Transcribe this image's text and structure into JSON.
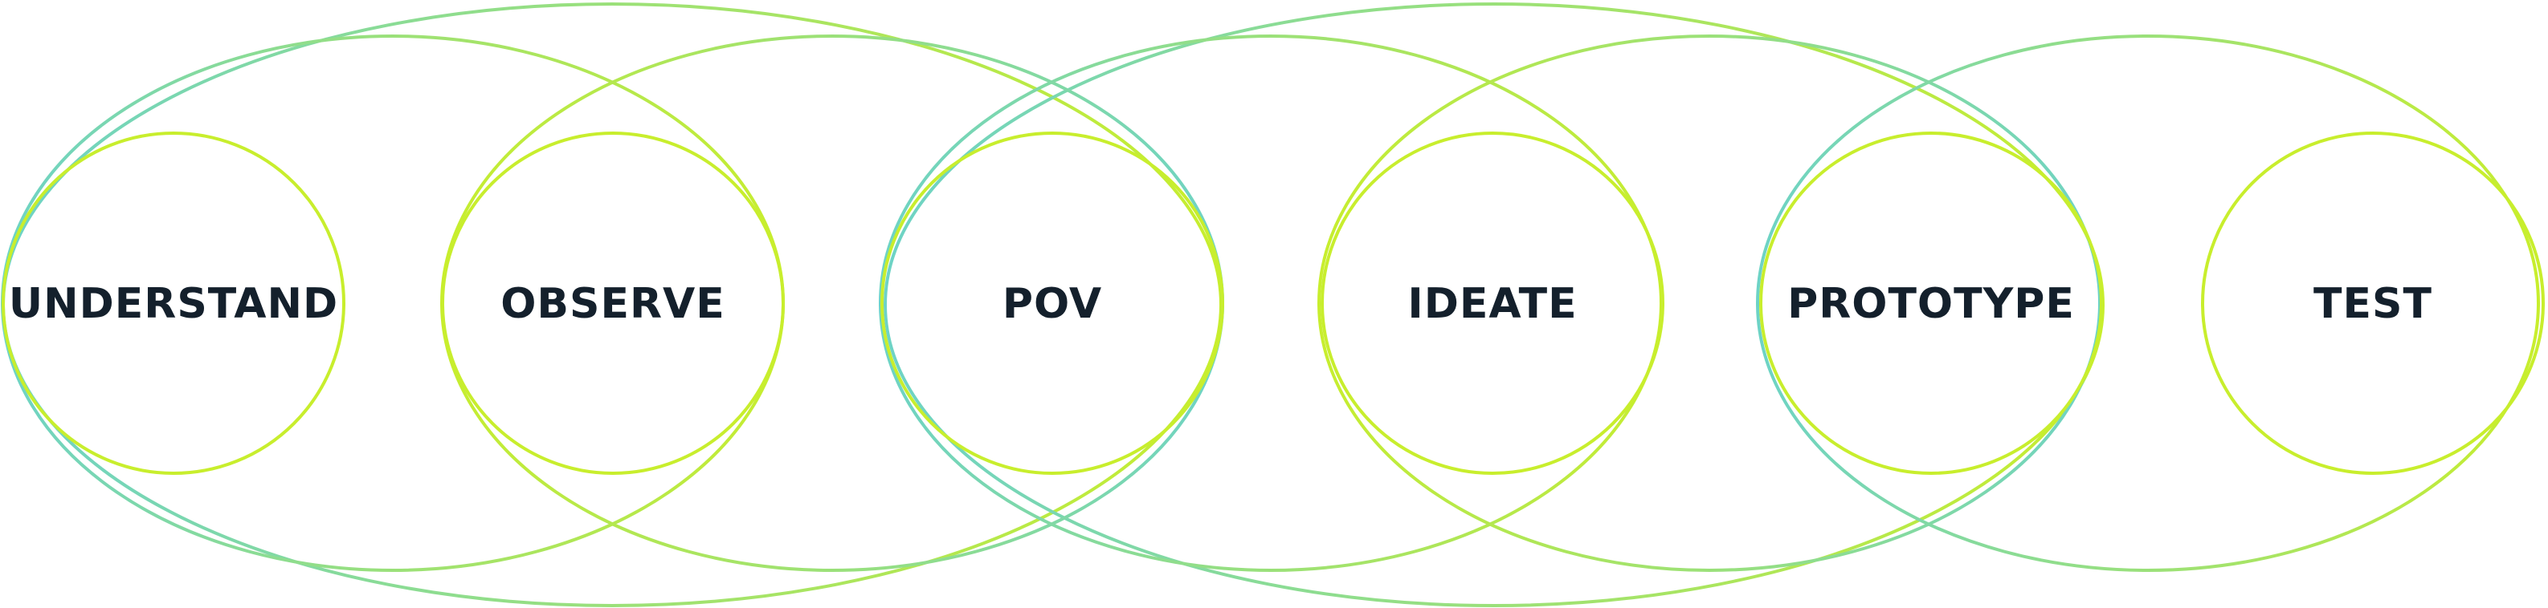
{
  "stages": [
    {
      "id": "understand",
      "label": "UNDERSTAND"
    },
    {
      "id": "observe",
      "label": "OBSERVE"
    },
    {
      "id": "pov",
      "label": "POV"
    },
    {
      "id": "ideate",
      "label": "IDEATE"
    },
    {
      "id": "prototype",
      "label": "PROTOTYPE"
    },
    {
      "id": "test",
      "label": "TEST"
    }
  ],
  "colors": {
    "teal": "#6dd3c6",
    "lime": "#c8ee2d",
    "text": "#14202c",
    "background": "#ffffff"
  }
}
